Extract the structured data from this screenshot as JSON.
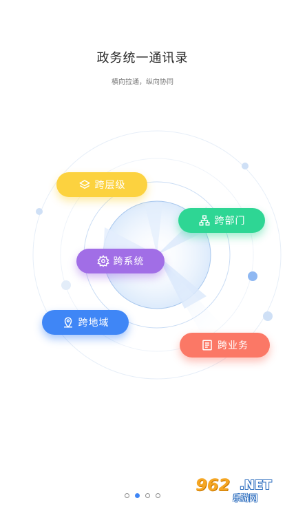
{
  "header": {
    "title": "政务统一通讯录",
    "subtitle": "横向拉通，纵向协同"
  },
  "features": [
    {
      "label": "跨层级",
      "icon": "layers-icon",
      "color": "#fcd23f"
    },
    {
      "label": "跨部门",
      "icon": "org-chart-icon",
      "color": "#2ed694"
    },
    {
      "label": "跨系统",
      "icon": "gear-icon",
      "color": "#a16ee6"
    },
    {
      "label": "跨地域",
      "icon": "location-pin-icon",
      "color": "#3f86f6"
    },
    {
      "label": "跨业务",
      "icon": "book-icon",
      "color": "#fb7866"
    }
  ],
  "pager": {
    "total": 4,
    "active": 2
  },
  "watermark": {
    "number": "962",
    "net": ".NET",
    "sub": "乐游网"
  }
}
